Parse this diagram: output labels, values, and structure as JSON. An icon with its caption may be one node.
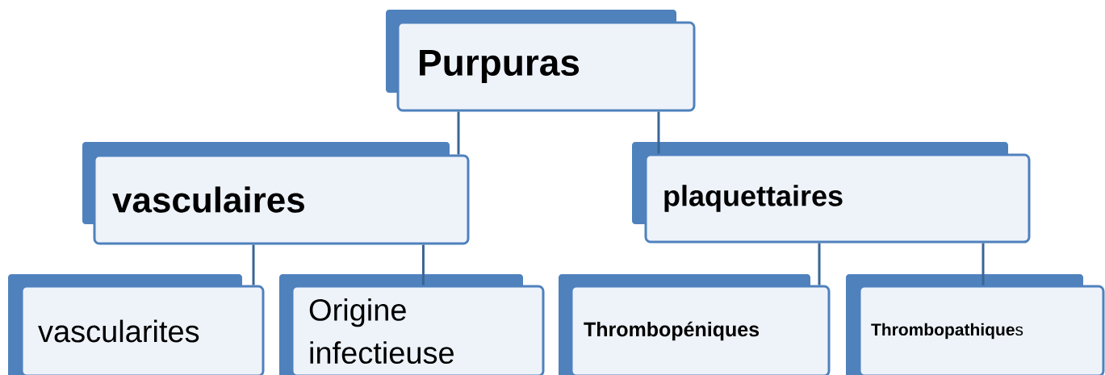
{
  "diagram": {
    "nodes": [
      {
        "text": [
          "Purpuras"
        ]
      },
      {
        "text": [
          "vasculaires"
        ]
      },
      {
        "text": [
          "plaquettaires"
        ]
      },
      {
        "text": [
          "vascularites"
        ]
      },
      {
        "text": [
          "Origine infectieuse"
        ]
      },
      {
        "text": [
          "Thrombopéniques"
        ]
      },
      {
        "text": [
          "**Thrombopathique**s"
        ]
      }
    ],
    "edges": [
      {
        "from": 0,
        "to": 1,
        "arrow": "none"
      },
      {
        "from": 0,
        "to": 2,
        "arrow": "none"
      },
      {
        "from": 1,
        "to": 3,
        "arrow": "none"
      },
      {
        "from": 1,
        "to": 4,
        "arrow": "none"
      },
      {
        "from": 2,
        "to": 5,
        "arrow": "none"
      },
      {
        "from": 2,
        "to": 6,
        "arrow": "none"
      }
    ]
  }
}
